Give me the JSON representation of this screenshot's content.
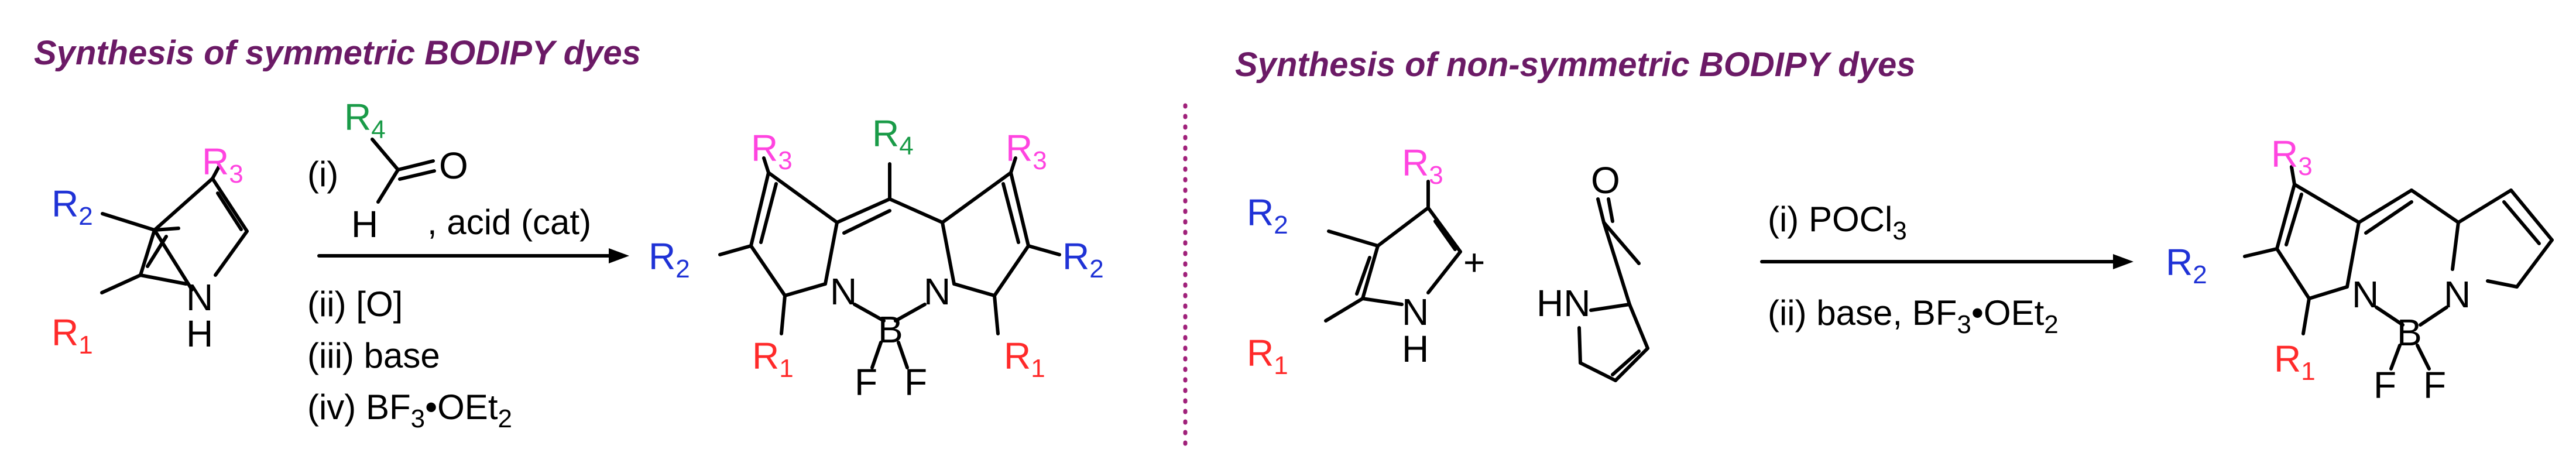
{
  "colors": {
    "title": "#6b1a66",
    "R1": "#ff2a2a",
    "R2": "#1f32d6",
    "R3": "#ff44e0",
    "R4": "#1a9b48",
    "divider": "#a0207a",
    "text": "#000000"
  },
  "left": {
    "title": "Synthesis of symmetric BODIPY dyes",
    "start_pyrrole": {
      "R1": "R",
      "R1_sub": "1",
      "R2": "R",
      "R2_sub": "2",
      "R3": "R",
      "R3_sub": "3",
      "N": "N",
      "H": "H"
    },
    "aldehyde": {
      "step": "(i)",
      "R4": "R",
      "R4_sub": "4",
      "O": "O",
      "H": "H",
      "acid": ", acid (cat)"
    },
    "steps": {
      "ii": "(ii) [O]",
      "iii": "(iii) base",
      "iv_main": "(iv) BF",
      "iv_sub": "3",
      "iv_rest": "•OEt",
      "iv_sub2": "2"
    },
    "product": {
      "R1": "R",
      "R1_sub": "1",
      "R2": "R",
      "R2_sub": "2",
      "R3": "R",
      "R3_sub": "3",
      "R4": "R",
      "R4_sub": "4",
      "N": "N",
      "B": "B",
      "F": "F"
    }
  },
  "right": {
    "title": "Synthesis of non-symmetric BODIPY dyes",
    "start_pyrrole": {
      "R1": "R",
      "R1_sub": "1",
      "R2": "R",
      "R2_sub": "2",
      "R3": "R",
      "R3_sub": "3",
      "N": "N",
      "H": "H"
    },
    "plus": "+",
    "carbaldehyde": {
      "O": "O",
      "HN": "HN"
    },
    "steps": {
      "i_main": "(i) POCl",
      "i_sub": "3",
      "ii_main": "(ii) base, BF",
      "ii_sub": "3",
      "ii_rest": "•OEt",
      "ii_sub2": "2"
    },
    "product": {
      "R1": "R",
      "R1_sub": "1",
      "R2": "R",
      "R2_sub": "2",
      "R3": "R",
      "R3_sub": "3",
      "N": "N",
      "B": "B",
      "F": "F"
    }
  }
}
